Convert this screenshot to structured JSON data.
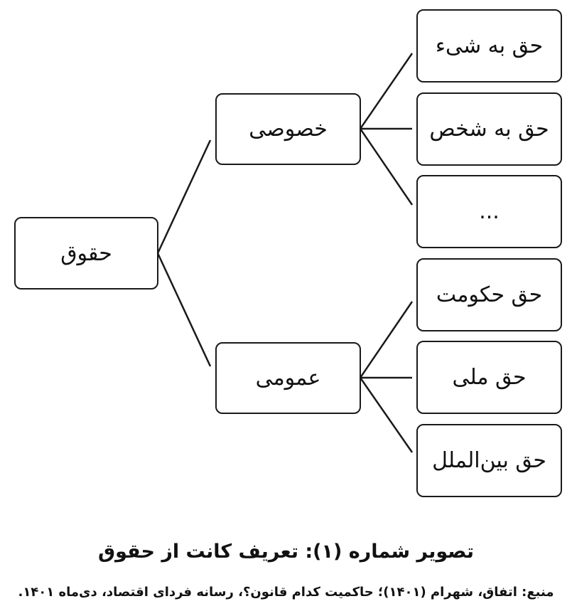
{
  "diagram": {
    "root": "حقوق",
    "branches": [
      {
        "label": "خصوصی",
        "children": [
          "حق به شیء",
          "حق به شخص",
          "..."
        ]
      },
      {
        "label": "عمومی",
        "children": [
          "حق حکومت",
          "حق ملی",
          "حق بین‌الملل"
        ]
      }
    ]
  },
  "caption": {
    "title": "تصویر شماره (۱): تعریف کانت از حقوق",
    "source": "منبع: اتفاق، شهرام (۱۴۰۱)؛ حاکمیت کدام قانون؟، رسانه فردای اقتصاد، دی‌ماه ۱۴۰۱."
  }
}
